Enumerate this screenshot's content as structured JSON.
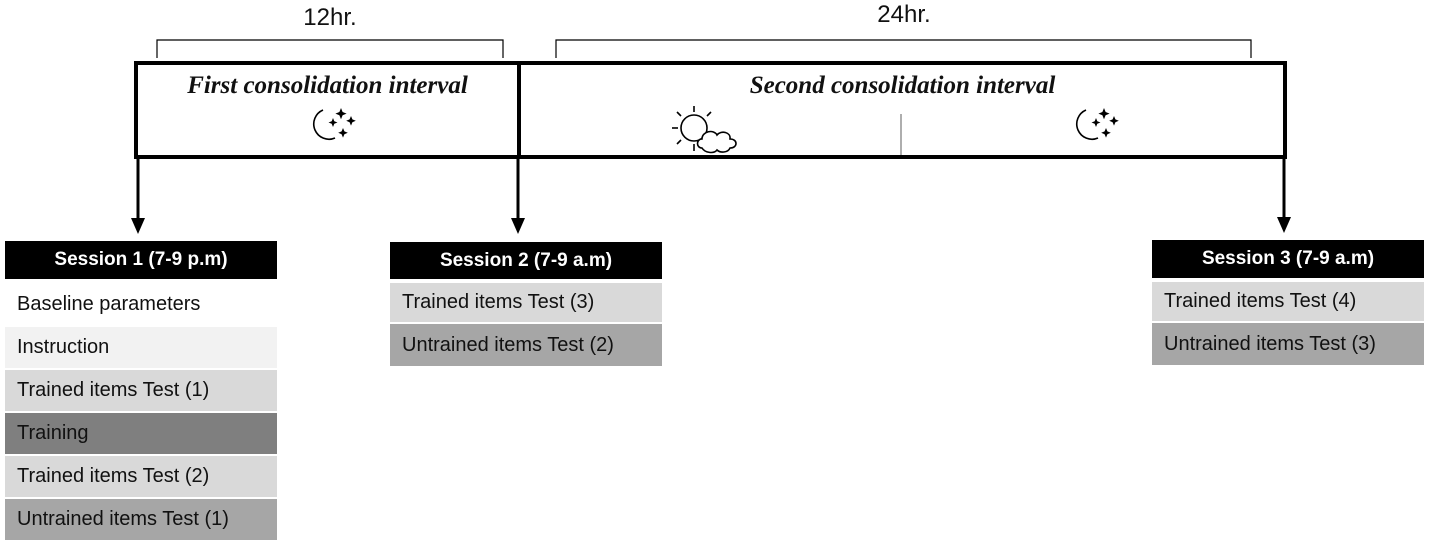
{
  "durations": {
    "first": "12hr.",
    "second": "24hr."
  },
  "intervals": {
    "first": "First consolidation interval",
    "second": "Second consolidation interval"
  },
  "icons": {
    "first_interval": [
      "moon-stars-icon"
    ],
    "second_interval": [
      "sun-cloud-icon",
      "moon-stars-icon"
    ]
  },
  "sessions": [
    {
      "title": "Session 1 (7-9 p.m)",
      "rows": [
        {
          "label": "Baseline parameters",
          "fill": "#ffffff"
        },
        {
          "label": "Instruction",
          "fill": "#f2f2f2"
        },
        {
          "label": "Trained items Test (1)",
          "fill": "#d9d9d9"
        },
        {
          "label": "Training",
          "fill": "#7f7f7f"
        },
        {
          "label": "Trained items Test (2)",
          "fill": "#d9d9d9"
        },
        {
          "label": "Untrained items Test (1)",
          "fill": "#a6a6a6"
        }
      ]
    },
    {
      "title": "Session 2 (7-9 a.m)",
      "rows": [
        {
          "label": "Trained items Test (3)",
          "fill": "#d9d9d9"
        },
        {
          "label": "Untrained items Test (2)",
          "fill": "#a6a6a6"
        }
      ]
    },
    {
      "title": "Session 3 (7-9 a.m)",
      "rows": [
        {
          "label": "Trained items Test (4)",
          "fill": "#d9d9d9"
        },
        {
          "label": "Untrained items Test (3)",
          "fill": "#a6a6a6"
        }
      ]
    }
  ]
}
